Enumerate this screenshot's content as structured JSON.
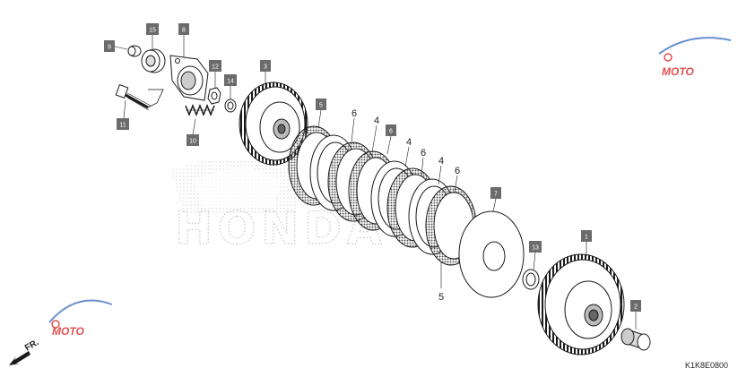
{
  "diagram": {
    "watermark_brand": "HONDA",
    "site_mark": "MOTO",
    "direction_label": "FR.",
    "drawing_code": "K1K8E0800",
    "boxed_labels": [
      {
        "key": "p9",
        "text": "9"
      },
      {
        "key": "p15",
        "text": "15"
      },
      {
        "key": "p8",
        "text": "8"
      },
      {
        "key": "p12",
        "text": "12"
      },
      {
        "key": "p14",
        "text": "14"
      },
      {
        "key": "p3",
        "text": "3"
      },
      {
        "key": "p11",
        "text": "11"
      },
      {
        "key": "p10",
        "text": "10"
      },
      {
        "key": "p5",
        "text": "5"
      },
      {
        "key": "p6",
        "text": "6"
      },
      {
        "key": "p7",
        "text": "7"
      },
      {
        "key": "p13",
        "text": "13"
      },
      {
        "key": "p1",
        "text": "1"
      },
      {
        "key": "p2",
        "text": "2"
      }
    ],
    "plain_labels": [
      {
        "key": "a",
        "text": "6"
      },
      {
        "key": "b",
        "text": "4"
      },
      {
        "key": "c",
        "text": "4"
      },
      {
        "key": "d",
        "text": "6"
      },
      {
        "key": "e",
        "text": "4"
      },
      {
        "key": "f",
        "text": "6"
      },
      {
        "key": "g",
        "text": "5"
      }
    ]
  },
  "colors": {
    "label_box": "#6b6b6b",
    "line": "#1a1a1a",
    "watermark_red": "#e05050",
    "watermark_blue": "#6a8fd0"
  }
}
